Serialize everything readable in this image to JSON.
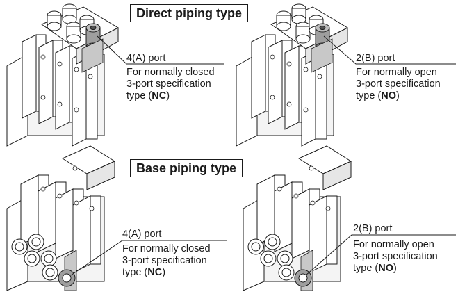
{
  "sections": [
    {
      "title": "Direct piping type",
      "callouts": [
        {
          "port": "4(A) port",
          "line1": "For normally closed",
          "line2": "3-port specification",
          "line3_prefix": "type (",
          "line3_bold": "NC",
          "line3_suffix": ")"
        },
        {
          "port": "2(B) port",
          "line1": "For normally open",
          "line2": "3-port specification",
          "line3_prefix": "type (",
          "line3_bold": "NO",
          "line3_suffix": ")"
        }
      ]
    },
    {
      "title": "Base piping type",
      "callouts": [
        {
          "port": "4(A) port",
          "line1": "For normally closed",
          "line2": "3-port specification",
          "line3_prefix": "type (",
          "line3_bold": "NC",
          "line3_suffix": ")"
        },
        {
          "port": "2(B) port",
          "line1": "For normally open",
          "line2": "3-port specification",
          "line3_prefix": "type (",
          "line3_bold": "NO",
          "line3_suffix": ")"
        }
      ]
    }
  ],
  "colors": {
    "line": "#1a1a1a",
    "body": "#ffffff",
    "shade": "#c8c8c8",
    "highlight": "#9e9e9e"
  }
}
